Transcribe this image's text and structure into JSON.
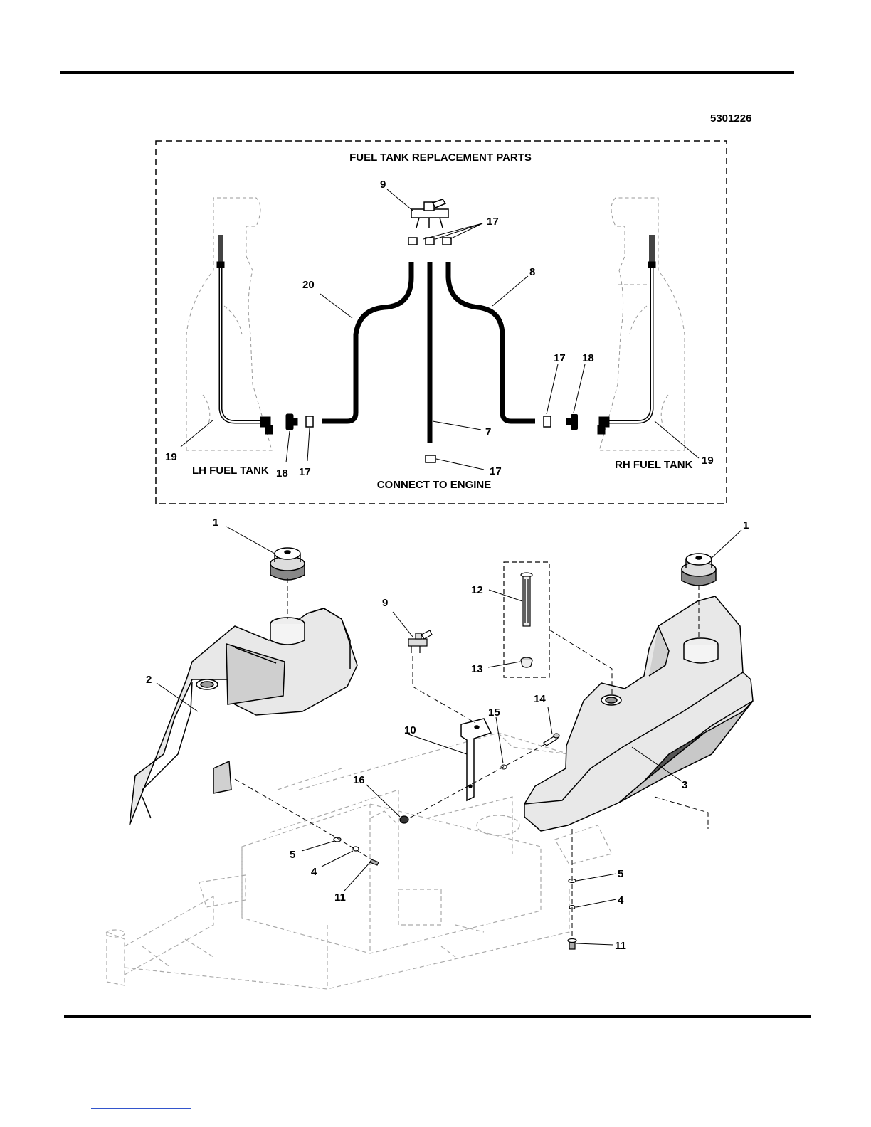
{
  "drawing_number": "5301226",
  "inset": {
    "title": "FUEL TANK REPLACEMENT PARTS",
    "lh_tank_label": "LH FUEL TANK",
    "rh_tank_label": "RH FUEL TANK",
    "engine_label": "CONNECT TO ENGINE"
  },
  "callouts": {
    "inset": {
      "valve": "9",
      "clamps_top": "17",
      "hose_left": "20",
      "hose_right": "8",
      "hose_center": "7",
      "clamp_engine": "17",
      "clamp_lh": "17",
      "grommet_lh": "18",
      "tube_lh": "19",
      "clamp_rh": "17",
      "grommet_rh": "18",
      "tube_rh": "19"
    },
    "main": {
      "cap_lh": "1",
      "cap_rh": "1",
      "tank_lh": "2",
      "tank_rh": "3",
      "valve": "9",
      "gauge": "12",
      "gauge_grommet": "13",
      "bolt": "14",
      "washer_15": "15",
      "bracket": "10",
      "nut": "16",
      "lock_washer_lh": "5",
      "washer_lh": "4",
      "screw_lh": "11",
      "lock_washer_rh": "5",
      "washer_rh": "4",
      "screw_rh": "11"
    }
  }
}
